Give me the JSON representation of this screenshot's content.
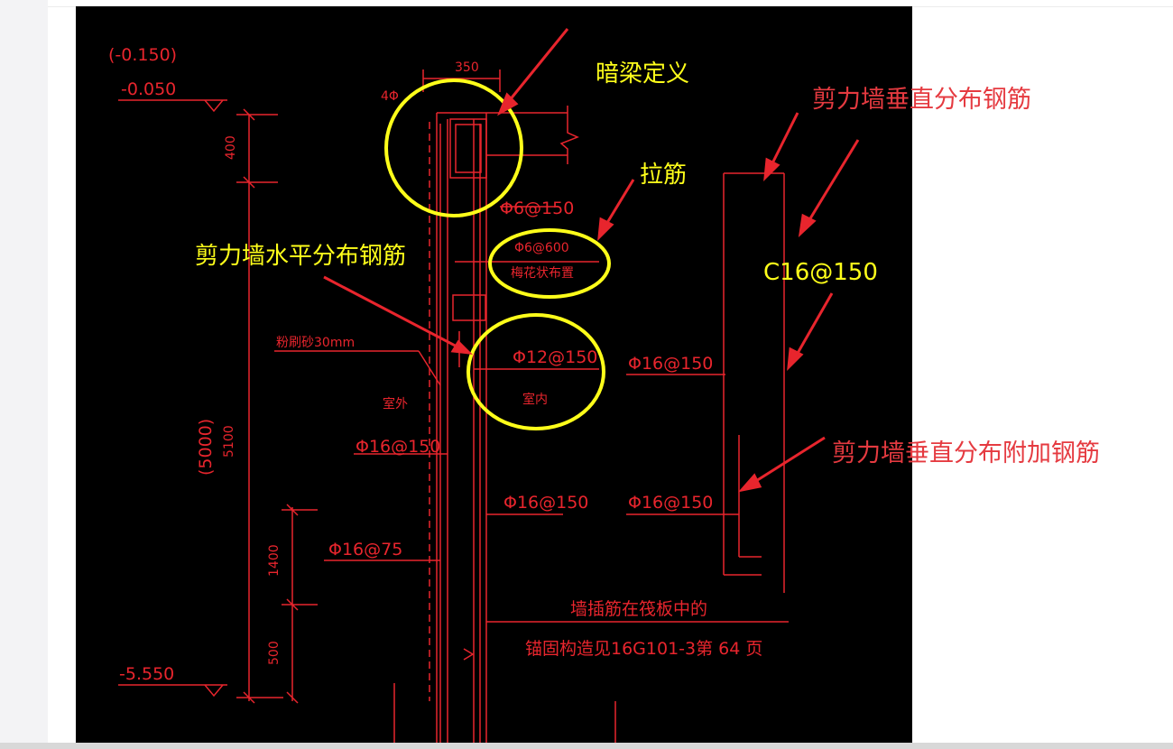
{
  "labels": {
    "elev_top_paren": "(-0.150)",
    "elev_top": "-0.050",
    "elev_bottom": "-5.550",
    "dim_350": "350",
    "dim_400": "400",
    "dim_5100": "5100",
    "dim_5000_paren": "(5000)",
    "dim_1400": "1400",
    "dim_500": "500",
    "bar_4phi": "4Φ",
    "tie_phi6_150": "Φ6@150",
    "tie_phi6_600": "Φ6@600",
    "quincunx": "梅花状布置",
    "waterproof": "粉刷砂30mm",
    "exterior": "室外",
    "interior": "室内",
    "horiz_phi12_150": "Φ12@150",
    "phi16_150_right": "Φ16@150",
    "phi16_150_left": "Φ16@150",
    "phi16_150_mid": "Φ16@150",
    "phi16_150_right2": "Φ16@150",
    "phi16_75": "Φ16@75",
    "anchor_note_1": "墙插筋在筏板中的",
    "anchor_note_2": "锚固构造见16G101-3第 64 页"
  },
  "annotations": {
    "hidden_beam": "暗梁定义",
    "tie_bar": "拉筋",
    "horizontal_rebar": "剪力墙水平分布钢筋",
    "c16": "C16@150",
    "vertical_rebar": "剪力墙垂直分布钢筋",
    "vertical_extra_rebar": "剪力墙垂直分布附加钢筋"
  },
  "colors": {
    "cad_background": "#000000",
    "cad_line": "#e8252d",
    "highlight": "#ffff1a",
    "annotation_red": "#e53a40"
  }
}
